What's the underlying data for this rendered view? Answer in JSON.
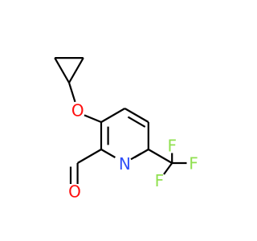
{
  "molecule": {
    "atoms": {
      "oxygen_ether": {
        "label": "O",
        "color": "#ff0d0d"
      },
      "oxygen_aldehyde": {
        "label": "O",
        "color": "#ff0d0d"
      },
      "nitrogen": {
        "label": "N",
        "color": "#3050f8"
      },
      "fluorine_top": {
        "label": "F",
        "color": "#90e050"
      },
      "fluorine_right": {
        "label": "F",
        "color": "#90e050"
      },
      "fluorine_bottom": {
        "label": "F",
        "color": "#90e050"
      }
    }
  }
}
